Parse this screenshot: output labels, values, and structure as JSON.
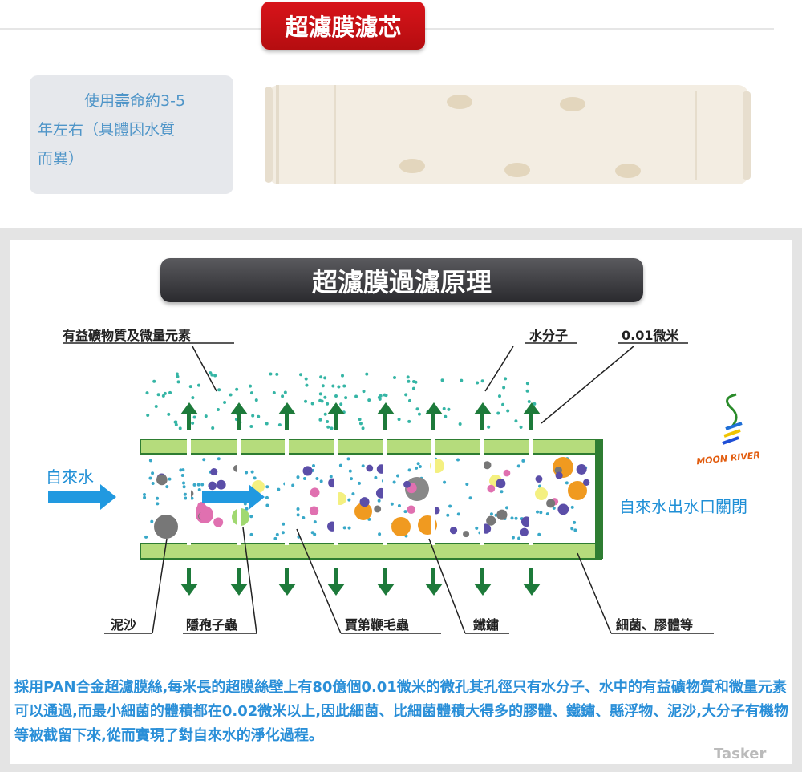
{
  "top": {
    "title": "超濾膜濾芯",
    "lifespan_line1": "使用壽命約3-5",
    "lifespan_line2": "年左右（具體因水質",
    "lifespan_line3": "而異）"
  },
  "diagram": {
    "title": "超濾膜過濾原理",
    "labels": {
      "minerals": "有益礦物質及微量元素",
      "water_molecule": "水分子",
      "pore_size": "0.01微米",
      "sand": "泥沙",
      "cryptosporidium": "隱孢子蟲",
      "giardia": "賈第鞭毛蟲",
      "rust": "鐵鏽",
      "bacteria": "細菌、膠體等"
    },
    "inlet": "自來水",
    "outlet": "自來水出水口關閉",
    "logo": "MOON RIVER",
    "colors": {
      "pipe": "#b5dc7c",
      "arrow": "#1d7a3a",
      "flow": "#2199e0",
      "water": "#35b5a5"
    }
  },
  "description": "採用PAN合金超濾膜絲,每米長的超膜絲壁上有80億個0.01微米的微孔其孔徑只有水分子、水中的有益礦物質和微量元素可以通過,而最小細菌的體積都在0.02微米以上,因此細菌、比細菌體積大得多的膠體、鐵鏽、縣浮物、泥沙,大分子有機物等被截留下來,從而實現了對自來水的淨化過程。",
  "watermark": "Tasker"
}
